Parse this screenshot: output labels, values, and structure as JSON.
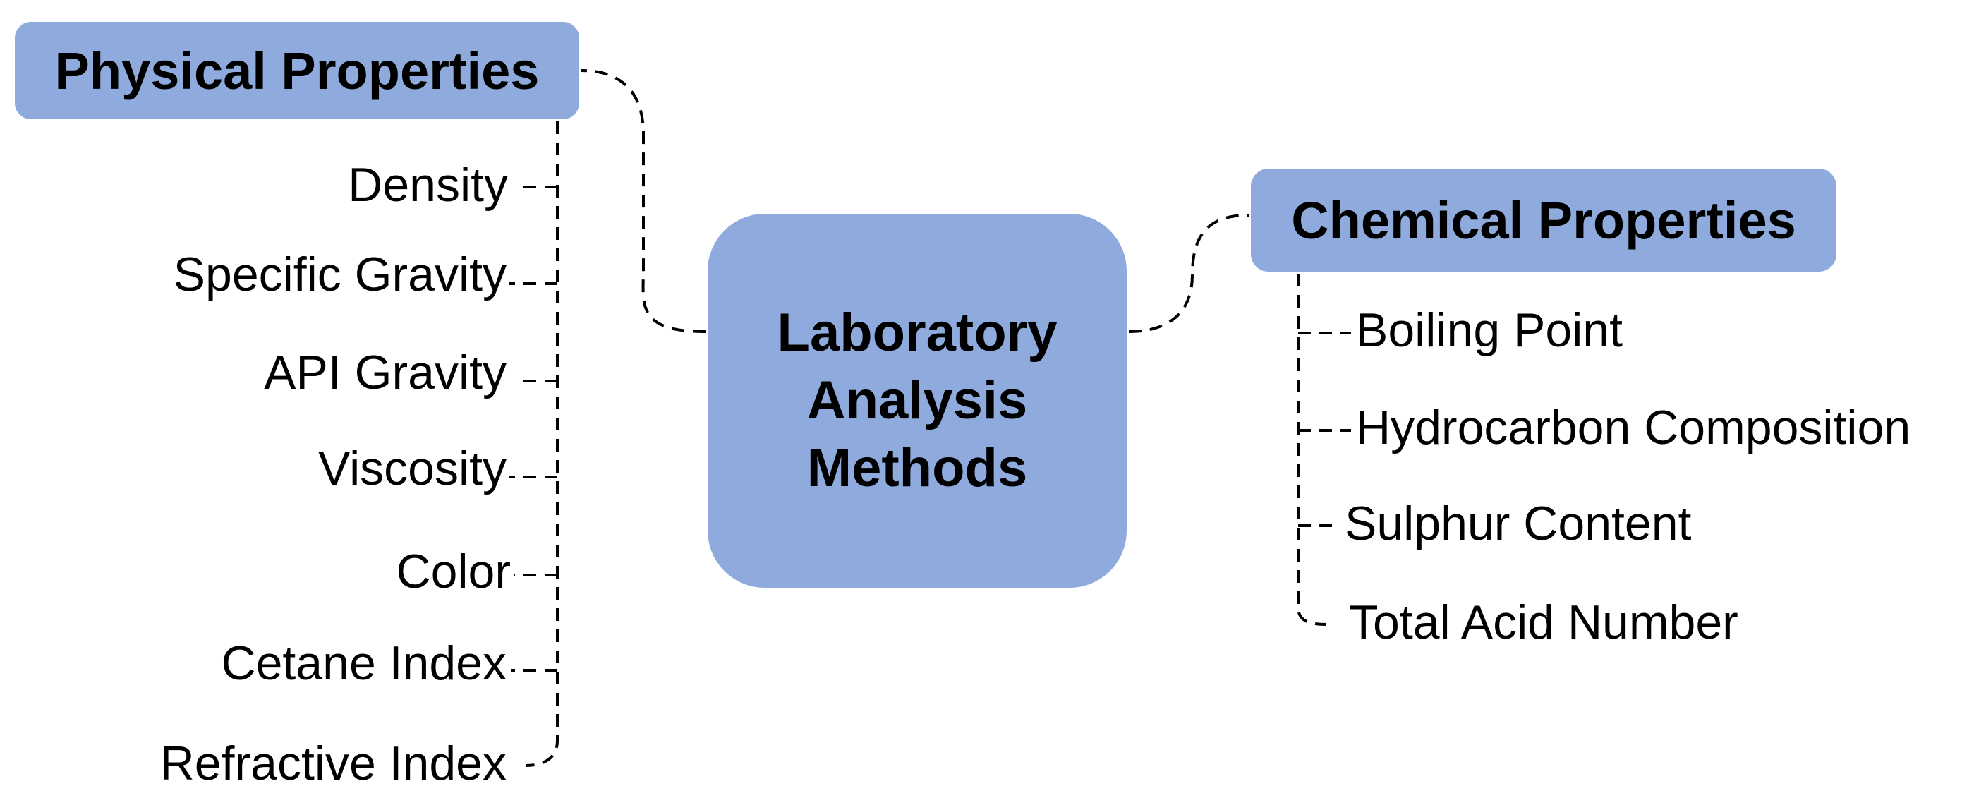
{
  "center": {
    "lines": [
      "Laboratory",
      "Analysis",
      "Methods"
    ]
  },
  "physical": {
    "title": "Physical Properties",
    "items": [
      "Density",
      "Specific Gravity",
      "API Gravity",
      "Viscosity",
      "Color",
      "Cetane Index",
      "Refractive Index"
    ]
  },
  "chemical": {
    "title": "Chemical Properties",
    "items": [
      "Boiling Point",
      "Hydrocarbon Composition",
      "Sulphur Content",
      "Total Acid Number"
    ]
  },
  "colors": {
    "box_fill": "#8fabde",
    "connector": "#000000"
  }
}
